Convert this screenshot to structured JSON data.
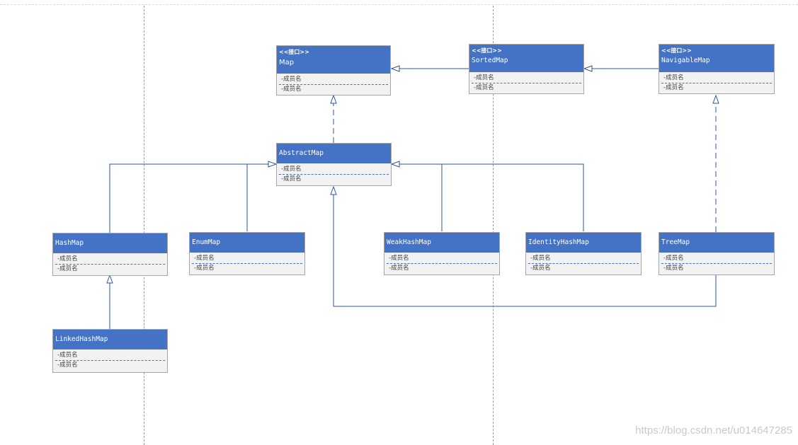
{
  "classes": {
    "map": {
      "stereotype": "<<接口>>",
      "name": "Map",
      "members": [
        "-成员名",
        "-成员名"
      ]
    },
    "sortedmap": {
      "stereotype": "<<接口>>",
      "name": "SortedMap",
      "members": [
        "-成员名",
        "-成员名"
      ]
    },
    "navigablemap": {
      "stereotype": "<<接口>>",
      "name": "NavigableMap",
      "members": [
        "-成员名",
        "-成员名"
      ]
    },
    "abstractmap": {
      "name": "AbstractMap",
      "members": [
        "-成员名",
        "-成员名"
      ]
    },
    "hashmap": {
      "name": "HashMap",
      "members": [
        "-成员名",
        "-成员名"
      ]
    },
    "enummap": {
      "name": "EnumMap",
      "members": [
        "-成员名",
        "-成员名"
      ]
    },
    "weakhashmap": {
      "name": "WeakHashMap",
      "members": [
        "-成员名",
        "-成员名"
      ]
    },
    "identityhashmap": {
      "name": "IdentityHashMap",
      "members": [
        "-成员名",
        "-成员名"
      ]
    },
    "treemap": {
      "name": "TreeMap",
      "members": [
        "-成员名",
        "-成员名"
      ]
    },
    "linkedhashmap": {
      "name": "LinkedHashMap",
      "members": [
        "-成员名",
        "-成员名"
      ]
    }
  },
  "watermark": "https://blog.csdn.net/u014647285",
  "colors": {
    "header": "#4472c4",
    "body": "#f2f2f2",
    "line": "#2f5597"
  }
}
